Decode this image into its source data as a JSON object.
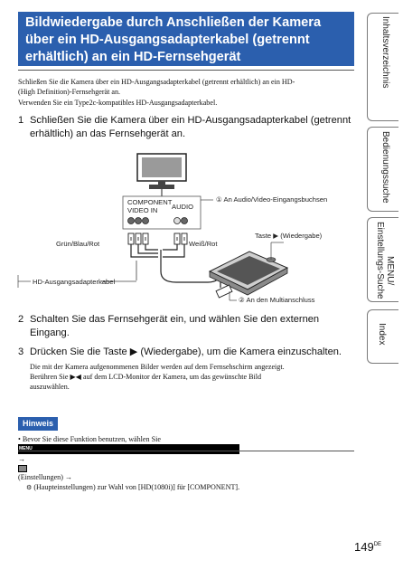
{
  "title": {
    "lines": [
      "Bildwiedergabe durch Anschließen der Kamera",
      "über ein HD-Ausgangsadapterkabel (getrennt",
      "erhältlich) an ein HD-Fernsehgerät"
    ]
  },
  "intro": {
    "lines": [
      "Schließen Sie die Kamera über ein HD-Ausgangsadapterkabel (getrennt erhältlich) an ein HD-",
      "(High Definition)-Fernsehgerät an.",
      "Verwenden Sie ein Type2c-kompatibles HD-Ausgangsadapterkabel."
    ]
  },
  "steps": [
    {
      "number": "1",
      "lines": [
        "Schließen Sie die Kamera über ein HD-Ausgangsadapterkabel (getrennt",
        "erhältlich) an das Fernsehgerät an."
      ]
    },
    {
      "number": "2",
      "lines": [
        "Schalten Sie das Fernsehgerät ein, und wählen Sie den externen",
        "Eingang."
      ]
    },
    {
      "number": "3",
      "lines": [
        "Drücken Sie die Taste ▶ (Wiedergabe), um die Kamera einzuschalten."
      ]
    }
  ],
  "step3_note": {
    "lines": [
      "Die mit der Kamera aufgenommenen Bilder werden auf dem Fernsehschirm angezeigt.",
      "Berühren Sie ▶◀ auf dem LCD-Monitor der Kamera, um das gewünschte Bild",
      "auszuwählen."
    ]
  },
  "diagram": {
    "component_label_1": "COMPONENT",
    "component_label_2": "VIDEO IN",
    "audio_label": "AUDIO",
    "callout_1": "① An Audio/Video-Eingangsbuchsen",
    "taste_label": "Taste ▶ (Wiedergabe)",
    "gruen_blau_rot": "Grün/Blau/Rot",
    "weiss_rot": "Weiß/Rot",
    "cable_label": "HD-Ausgangsadapterkabel",
    "callout_2": "② An den Multianschluss"
  },
  "hinweis": {
    "badge": "Hinweis",
    "line1_a": "•  Bevor Sie diese Funktion benutzen, wählen Sie",
    "menu_icon": "MENU",
    "line1_b": "→",
    "line1_c": "(Einstellungen) →",
    "line2": "(Haupteinstellungen) zur Wahl von [HD(1080i)] für [COMPONENT]."
  },
  "side_tabs": [
    {
      "label": "Inhaltsverzeichnis"
    },
    {
      "label": "Bedienungssuche"
    },
    {
      "label_line1": "MENU/",
      "label_line2": "Einstellungs-Suche"
    },
    {
      "label": "Index"
    }
  ],
  "page": {
    "number": "149",
    "suffix": "DE"
  },
  "colors": {
    "accent": "#2b5fae"
  }
}
